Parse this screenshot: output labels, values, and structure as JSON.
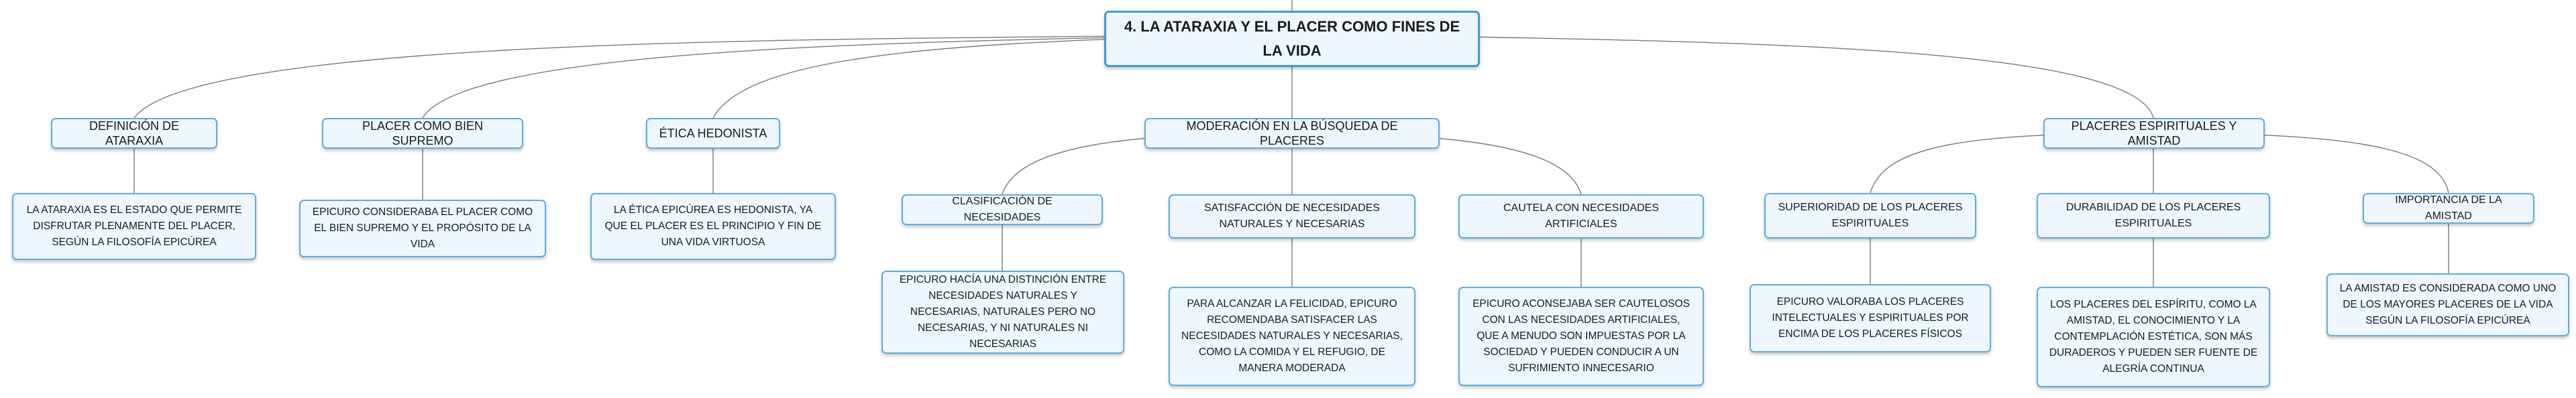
{
  "main": {
    "label": "4. LA ATARAXIA Y EL PLACER COMO FINES DE LA VIDA"
  },
  "topics": {
    "ataraxia": {
      "label": "DEFINICIÓN DE ATARAXIA",
      "detail": "LA ATARAXIA ES EL ESTADO QUE PERMITE DISFRUTAR PLENAMENTE DEL PLACER, SEGÚN LA FILOSOFÍA EPICÚREA"
    },
    "placer": {
      "label": "PLACER COMO BIEN SUPREMO",
      "detail": "EPICURO CONSIDERABA EL PLACER COMO EL BIEN SUPREMO Y EL PROPÓSITO DE LA VIDA"
    },
    "etica": {
      "label": "ÉTICA HEDONISTA",
      "detail": "LA ÉTICA EPICÚREA ES HEDONISTA, YA QUE EL PLACER ES EL PRINCIPIO Y FIN DE UNA VIDA VIRTUOSA"
    },
    "moderacion": {
      "label": "MODERACIÓN EN LA BÚSQUEDA DE PLACERES",
      "children": {
        "clasificacion": {
          "label": "CLASIFICACIÓN DE NECESIDADES",
          "detail": "EPICURO HACÍA UNA DISTINCIÓN ENTRE NECESIDADES NATURALES Y NECESARIAS, NATURALES PERO NO NECESARIAS, Y NI NATURALES NI NECESARIAS"
        },
        "satisfaccion": {
          "label": "SATISFACCIÓN DE NECESIDADES NATURALES Y NECESARIAS",
          "detail": "PARA ALCANZAR LA FELICIDAD, EPICURO RECOMENDABA SATISFACER LAS NECESIDADES NATURALES Y NECESARIAS, COMO LA COMIDA Y EL REFUGIO, DE MANERA MODERADA"
        },
        "cautela": {
          "label": "CAUTELA CON NECESIDADES ARTIFICIALES",
          "detail": "EPICURO ACONSEJABA SER CAUTELOSOS CON LAS NECESIDADES ARTIFICIALES, QUE A MENUDO SON IMPUESTAS POR LA SOCIEDAD Y PUEDEN CONDUCIR A UN SUFRIMIENTO INNECESARIO"
        }
      }
    },
    "espirituales": {
      "label": "PLACERES ESPIRITUALES Y AMISTAD",
      "children": {
        "superioridad": {
          "label": "SUPERIORIDAD DE LOS PLACERES ESPIRITUALES",
          "detail": "EPICURO VALORABA LOS PLACERES INTELECTUALES Y ESPIRITUALES POR ENCIMA DE LOS PLACERES FÍSICOS"
        },
        "durabilidad": {
          "label": "DURABILIDAD DE LOS PLACERES ESPIRITUALES",
          "detail": "LOS PLACERES DEL ESPÍRITU, COMO LA AMISTAD, EL CONOCIMIENTO Y LA CONTEMPLACIÓN ESTÉTICA, SON MÁS DURADEROS Y PUEDEN SER FUENTE DE ALEGRÍA CONTINUA"
        },
        "amistad": {
          "label": "IMPORTANCIA DE LA AMISTAD",
          "detail": "LA AMISTAD ES CONSIDERADA COMO UNO DE LOS MAYORES PLACERES DE LA VIDA SEGÚN LA FILOSOFÍA EPICÚREA"
        }
      }
    }
  }
}
